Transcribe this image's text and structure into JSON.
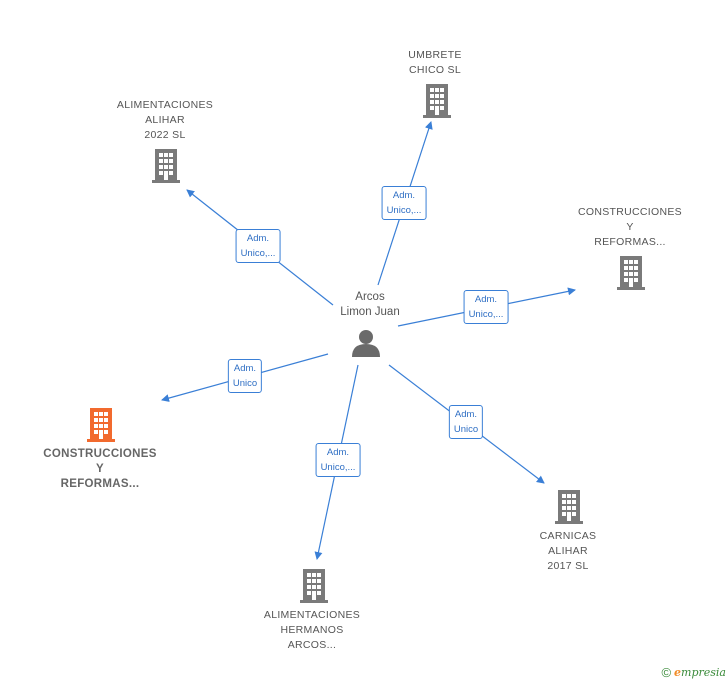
{
  "center": {
    "name_lines": [
      "Arcos",
      "Limon Juan"
    ],
    "icon": "person-icon"
  },
  "companies": [
    {
      "id": "alimentaciones-alihar",
      "lines": [
        "ALIMENTACIONES",
        "ALIHAR",
        "2022  SL"
      ],
      "highlight": false,
      "icon": "building-icon"
    },
    {
      "id": "umbrete-chico",
      "lines": [
        "UMBRETE",
        "CHICO SL"
      ],
      "highlight": false,
      "icon": "building-icon"
    },
    {
      "id": "construcciones-reformas-right",
      "lines": [
        "CONSTRUCCIONES",
        "Y",
        "REFORMAS..."
      ],
      "highlight": false,
      "icon": "building-icon"
    },
    {
      "id": "construcciones-reformas-main",
      "lines": [
        "CONSTRUCCIONES",
        "Y",
        "REFORMAS..."
      ],
      "highlight": true,
      "icon": "building-icon"
    },
    {
      "id": "alimentaciones-hermanos-arcos",
      "lines": [
        "ALIMENTACIONES",
        "HERMANOS",
        "ARCOS..."
      ],
      "highlight": false,
      "icon": "building-icon"
    },
    {
      "id": "carnicas-alihar",
      "lines": [
        "CARNICAS",
        "ALIHAR",
        "2017  SL"
      ],
      "highlight": false,
      "icon": "building-icon"
    }
  ],
  "relations": [
    {
      "to": "alimentaciones-alihar",
      "lines": [
        "Adm.",
        "Unico,..."
      ]
    },
    {
      "to": "umbrete-chico",
      "lines": [
        "Adm.",
        "Unico,..."
      ]
    },
    {
      "to": "construcciones-reformas-right",
      "lines": [
        "Adm.",
        "Unico,..."
      ]
    },
    {
      "to": "construcciones-reformas-main",
      "lines": [
        "Adm.",
        "Unico"
      ]
    },
    {
      "to": "alimentaciones-hermanos-arcos",
      "lines": [
        "Adm.",
        "Unico,..."
      ]
    },
    {
      "to": "carnicas-alihar",
      "lines": [
        "Adm.",
        "Unico"
      ]
    }
  ],
  "colors": {
    "edge": "#3a7fd6",
    "building": "#7a7a7a",
    "building_highlight": "#f26a2e",
    "person": "#6a6a6a"
  },
  "footer": {
    "copyright": "©",
    "brand_initial": "e",
    "brand_rest": "mpresia"
  }
}
